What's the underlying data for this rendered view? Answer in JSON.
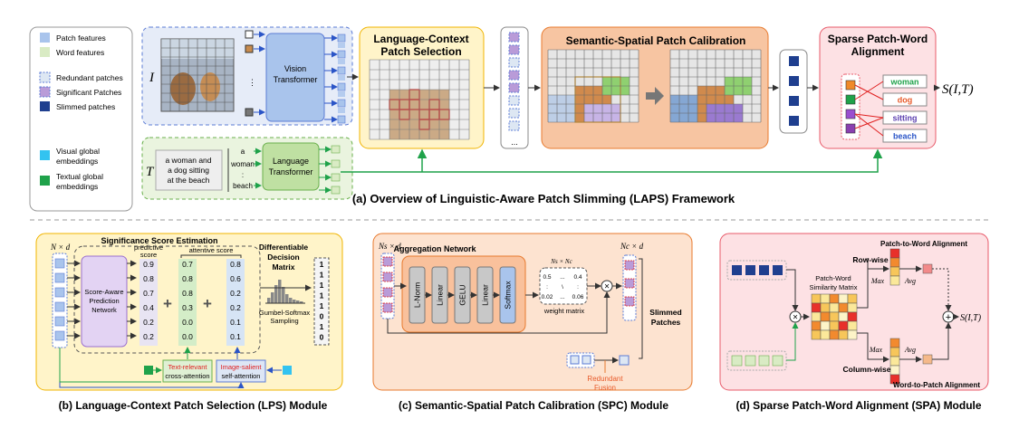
{
  "legend": {
    "items": [
      {
        "label": "Patch features",
        "color": "#a9c4ec"
      },
      {
        "label": "Word features",
        "color": "#d9ebc4"
      },
      {
        "label": "Redundant patches",
        "color": "#dde7f3"
      },
      {
        "label": "Significant Patches",
        "color": "#b99bd8"
      },
      {
        "label": "Slimmed patches",
        "color": "#1f3f8f"
      },
      {
        "label": "Visual global embeddings",
        "color": "#33c3f0"
      },
      {
        "label": "Textual global embeddings",
        "color": "#1fa24a"
      }
    ]
  },
  "top": {
    "image_symbol": "I",
    "text_symbol": "T",
    "vision_transformer": "Vision Transformer",
    "language_transformer": "Language Transformer",
    "caption_text": "a woman and a dog sitting at the beach",
    "word_tokens": [
      "a",
      "woman",
      ":",
      "beach"
    ],
    "lps_title": "Language-Context Patch Selection",
    "spc_title": "Semantic-Spatial Patch Calibration",
    "spa_title": "Sparse Patch-Word Alignment",
    "spa_words": [
      "woman",
      "dog",
      "sitting",
      "beach"
    ],
    "output": "S(I,T)",
    "overview_caption": "(a) Overview of Linguistic-Aware Patch Slimming (LAPS) Framework"
  },
  "lps": {
    "dim": "N × d",
    "section_title": "Significance Score Estimation",
    "predictive_label": "predictive score",
    "attentive_label": "attentive score",
    "network": "Score-Aware Prediction Network",
    "predictive": [
      "0.9",
      "0.8",
      "0.7",
      "0.4",
      "0.2",
      "0.2"
    ],
    "attentive_a": [
      "0.7",
      "0.8",
      "0.8",
      "0.3",
      "0.0",
      "0.0"
    ],
    "attentive_b": [
      "0.8",
      "0.6",
      "0.2",
      "0.2",
      "0.1",
      "0.1"
    ],
    "matrix_title": "Differentiable Decision Matrix",
    "sampling": "Gumbel-Softmax Sampling",
    "decision": [
      "1",
      "1",
      "1",
      "1",
      "1",
      "0",
      "1",
      "0"
    ],
    "text_attention": "Text-relevant cross-attention",
    "image_attention": "Image-salient self-attention",
    "caption": "(b) Language-Context Patch Selection (LPS) Module"
  },
  "spc": {
    "dim_in": "Ns × d",
    "dim_out": "Nc × d",
    "network_title": "Aggregation Network",
    "layers": [
      "L-Norm",
      "Linear",
      "GELU",
      "Linear",
      "Softmax"
    ],
    "weight_dim": "Ns × Nc",
    "weights": [
      "0.5",
      "...",
      "0.4",
      ":",
      "\\",
      ":",
      "0.02",
      "...",
      "0.06"
    ],
    "weight_label": "weight matrix",
    "slimmed": "Slimmed Patches",
    "fusion": "Redundant Fusion",
    "caption": "(c) Semantic-Spatial Patch Calibration (SPC) Module"
  },
  "spa": {
    "p2w": "Patch-to-Word Alignment",
    "w2p": "Word-to-Patch Alignment",
    "matrix": "Patch-Word Similarity Matrix",
    "row": "Row-wise",
    "col": "Column-wise",
    "max": "Max",
    "avg": "Avg",
    "output": "S(I,T)",
    "caption": "(d) Sparse Patch-Word Alignment (SPA) Module"
  },
  "colors": {
    "patch": "#a9c4ec",
    "word": "#d9ebc4",
    "slim": "#1f3f8f",
    "significant": "#b99bd8",
    "orange": "#f5b98a",
    "pink": "#f9d6da",
    "yellow": "#fff1b8"
  }
}
